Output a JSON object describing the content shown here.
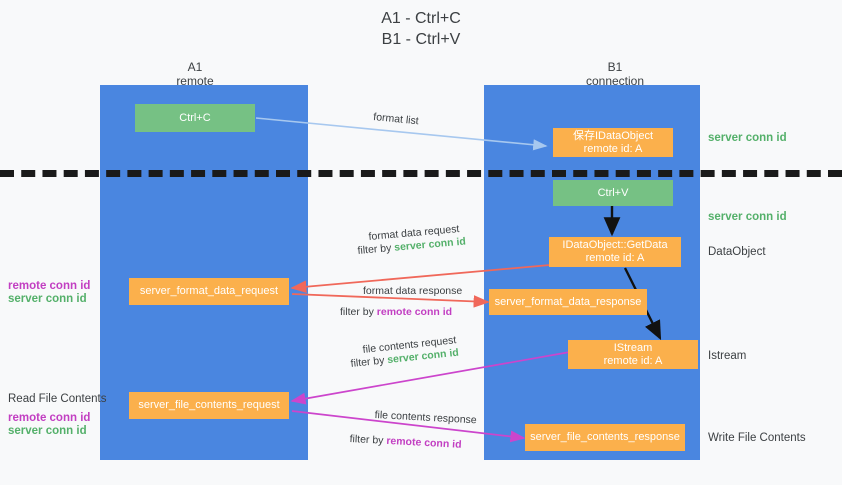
{
  "title": {
    "line1": "A1 - Ctrl+C",
    "line2": "B1 - Ctrl+V"
  },
  "columns": [
    {
      "name": "A1",
      "role": "remote"
    },
    {
      "name": "B1",
      "role": "connection"
    }
  ],
  "nodes": {
    "ctrl_c": {
      "label": "Ctrl+C"
    },
    "save_idataobject": {
      "line1": "保存IDataObject",
      "line2": "remote id: A"
    },
    "ctrl_v": {
      "label": "Ctrl+V"
    },
    "getdata": {
      "line1": "IDataObject::GetData",
      "line2": "remote id: A"
    },
    "format_data_request": {
      "label": "server_format_data_request"
    },
    "format_data_response": {
      "label": "server_format_data_response"
    },
    "istream": {
      "line1": "IStream",
      "line2": "remote id: A"
    },
    "file_contents_request": {
      "label": "server_file_contents_request"
    },
    "file_contents_response": {
      "label": "server_file_contents_response"
    }
  },
  "edges": {
    "format_list": {
      "label": "format list"
    },
    "format_data_request": {
      "label": "format data request",
      "filter_prefix": "filter by ",
      "filter_value": "server conn id"
    },
    "format_data_response": {
      "label": "format data response",
      "filter_prefix": "filter by ",
      "filter_value": "remote conn id"
    },
    "file_contents_request": {
      "label": "file contents request",
      "filter_prefix": "filter by ",
      "filter_value": "server conn id"
    },
    "file_contents_response": {
      "label": "file contents response",
      "filter_prefix": "filter by ",
      "filter_value": "remote conn id"
    }
  },
  "right_labels": {
    "server_conn_id_top": "server conn id",
    "server_conn_id_mid": "server conn id",
    "dataobject": "DataObject",
    "istream": "Istream",
    "write_file_contents": "Write File Contents"
  },
  "left_labels": {
    "format_remote": "remote conn id",
    "format_server": "server conn id",
    "read_file_contents": "Read File Contents",
    "file_remote": "remote conn id",
    "file_server": "server conn id"
  },
  "colors": {
    "lane": "#4a86e0",
    "green_node": "#76c184",
    "orange_node": "#fbb04c",
    "green_text": "#54b06a",
    "magenta_text": "#c23fc2",
    "red_arrow": "#f0685a",
    "blue_arrow": "#a7c8ef",
    "magenta_arrow": "#cc45cc",
    "black_arrow": "#111111",
    "background": "#f8f9fa"
  }
}
